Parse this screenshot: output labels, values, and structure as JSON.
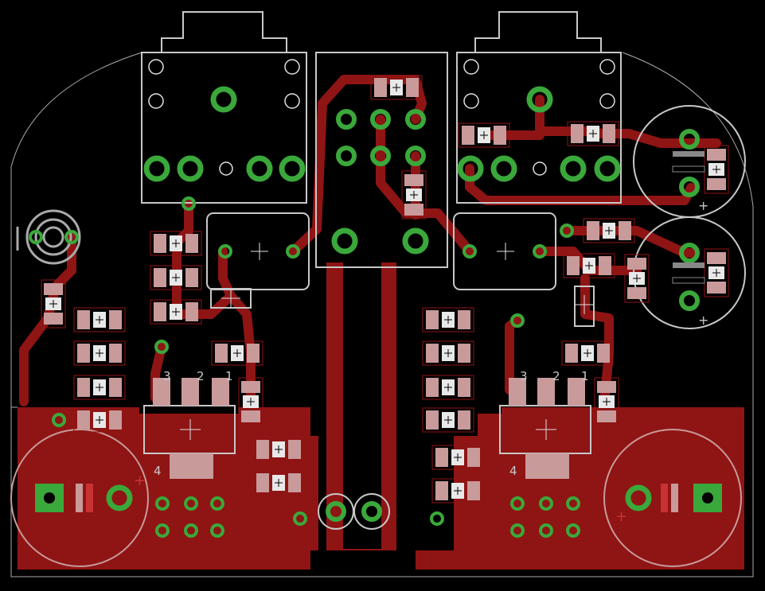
{
  "view": {
    "title": "",
    "background": "#000000"
  },
  "colors": {
    "copper": "#8f1414",
    "pad": "#3aa83a",
    "outline": "#c8c8c8",
    "smd_pad": "#c89a9a",
    "silk_red": "#c83232"
  },
  "labels": {
    "left_reg_pin3": "3",
    "left_reg_pin2": "2",
    "left_reg_pin1": "1",
    "left_reg_tab": "4",
    "right_reg_pin3": "3",
    "right_reg_pin2": "2",
    "right_reg_pin1": "1",
    "right_reg_tab": "4",
    "left_cap_plus": "+",
    "right_cap_plus": "+",
    "top_cap_plus": "+",
    "mid_cap_plus": "+"
  },
  "icons": {
    "origin": "crosshair-icon",
    "pad": "through-hole-pad-icon",
    "buzzer": "buzzer-icon"
  }
}
